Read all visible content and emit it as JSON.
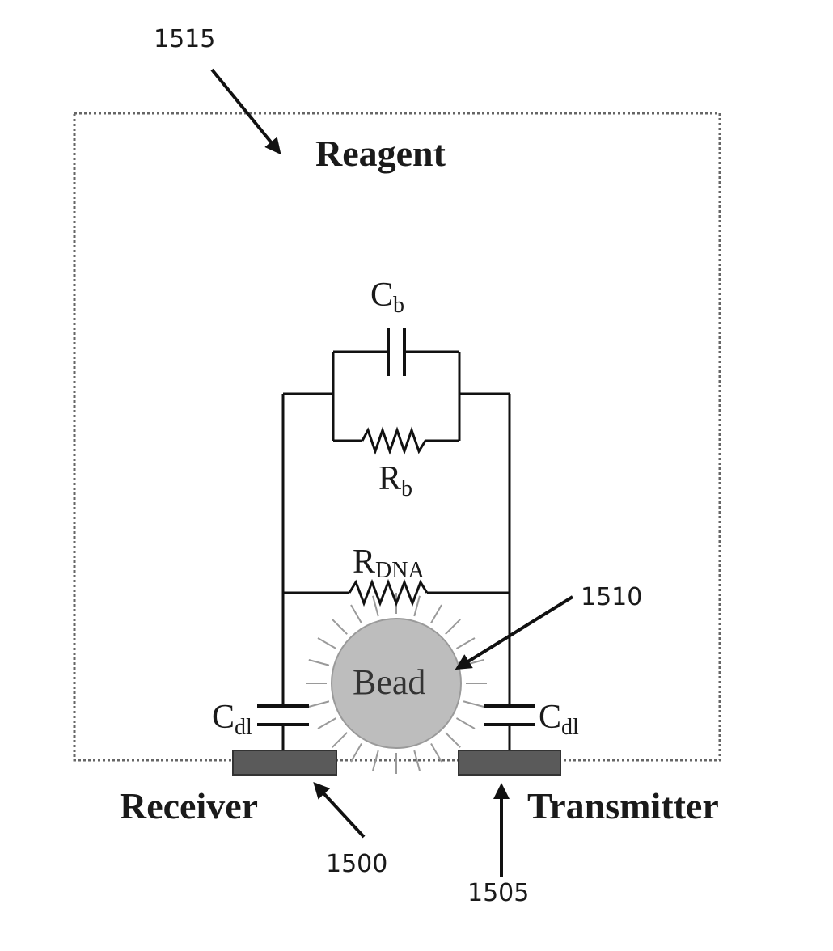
{
  "labels": {
    "ref_reagent_box": "1515",
    "reagent": "Reagent",
    "cb_main": "C",
    "cb_sub": "b",
    "rb_main": "R",
    "rb_sub": "b",
    "rdna_main": "R",
    "rdna_sub": "DNA",
    "ref_bead": "1510",
    "bead": "Bead",
    "cdl_left_main": "C",
    "cdl_left_sub": "dl",
    "cdl_right_main": "C",
    "cdl_right_sub": "dl",
    "receiver": "Receiver",
    "transmitter": "Transmitter",
    "ref_receiver": "1500",
    "ref_transmitter": "1505"
  },
  "colors": {
    "electrode": "#5a5a5a",
    "bead_fill": "#bdbdbd",
    "box_border": "#666666"
  }
}
